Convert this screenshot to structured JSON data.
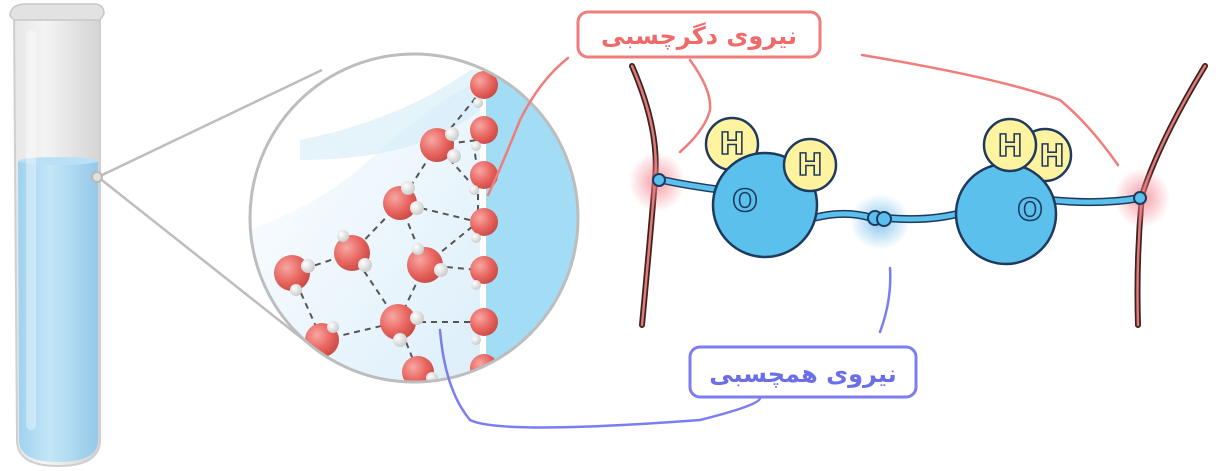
{
  "labels": {
    "adhesion": "نیروی دگرچسبی",
    "cohesion": "نیروی همچسبی"
  },
  "molecules": {
    "oxygen_symbol": "O",
    "hydrogen_symbol": "H"
  },
  "colors": {
    "adhesion_accent": "#f26b6b",
    "cohesion_accent": "#7b7ef0",
    "water": "#a8d8f0",
    "molecule_body": "#5bc0eb",
    "hydrogen": "#fff3a0",
    "oxygen_ball": "#ec6f6a",
    "tube_wall": "#d9d9d9"
  }
}
